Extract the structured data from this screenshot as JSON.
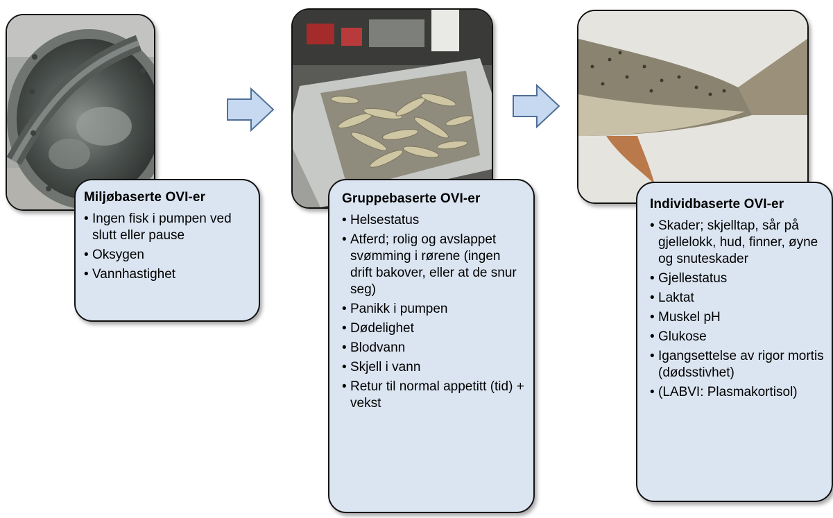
{
  "cards": [
    {
      "title": "Miljøbaserte OVI-er",
      "items": [
        "Ingen fisk i pumpen ved slutt eller pause",
        "Oksygen",
        "Vannhastighet"
      ]
    },
    {
      "title": "Gruppebaserte OVI-er",
      "items": [
        "Helsestatus",
        "Atferd; rolig og avslappet svømming i rørene (ingen drift bakover, eller at de snur seg)",
        "Panikk i pumpen",
        "Dødelighet",
        "Blodvann",
        "Skjell i vann",
        "Retur til normal appetitt (tid) + vekst"
      ]
    },
    {
      "title": "Individbaserte OVI-er",
      "items": [
        "Skader; skjelltap, sår på gjellelokk, hud, finner, øyne og snuteskader",
        "Gjellestatus",
        "Laktat",
        "Muskel pH",
        "Glukose",
        "Igangsettelse av rigor mortis (dødsstivhet)",
        "(LABVI: Plasmakortisol)"
      ]
    }
  ],
  "colors": {
    "card_fill": "#dbe5f1",
    "arrow_fill": "#c6d9f1",
    "arrow_stroke": "#4f6f96",
    "border": "#111111"
  },
  "photos": [
    "pump-window-photo",
    "fish-tank-photo",
    "salmon-tail-photo"
  ]
}
